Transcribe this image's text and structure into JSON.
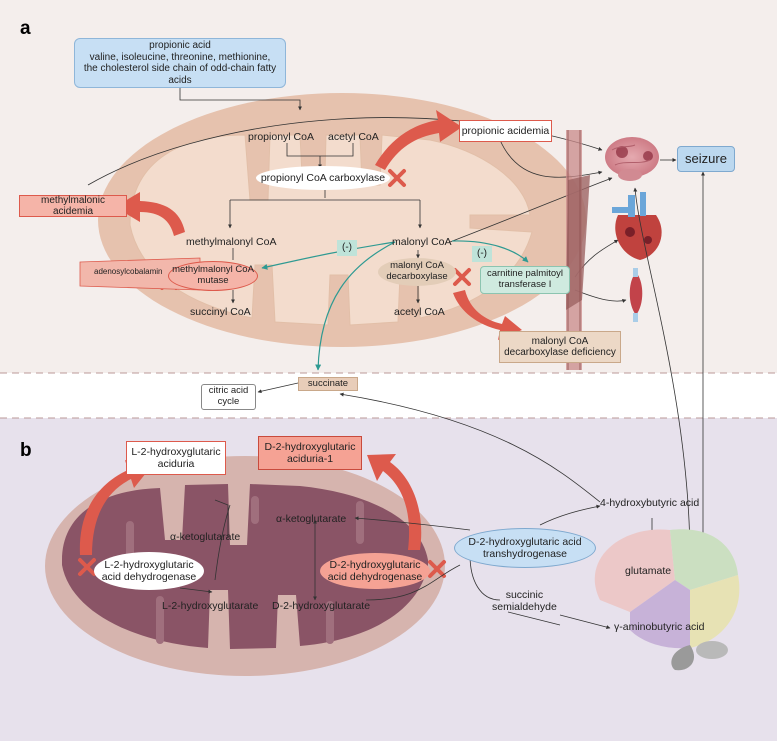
{
  "panel_labels": {
    "a": "a",
    "b": "b"
  },
  "panel_a": {
    "source": {
      "title": "propionic acid",
      "line1": "valine, isoleucine, threonine, methionine,",
      "line2": "the cholesterol side chain of odd-chain fatty acids"
    },
    "propionyl_coa": "propionyl CoA",
    "acetyl_coa_top": "acetyl CoA",
    "propionyl_coa_carboxylase": "propionyl CoA carboxylase",
    "methylmalonyl_coa": "methylmalonyl CoA",
    "methylmalonyl_coa_mutase": {
      "line1": "methylmalonyl CoA",
      "line2": "mutase"
    },
    "adenosylcobalamin": "adenosylcobalamin",
    "succinyl_coa": "succinyl CoA",
    "malonyl_coa": "malonyl CoA",
    "malonyl_coa_decarboxylase": {
      "line1": "malonyl CoA",
      "line2": "decarboxylase"
    },
    "acetyl_coa_bottom": "acetyl CoA",
    "inhibition_left": "(-)",
    "inhibition_right": "(-)",
    "cpt1": {
      "line1": "carnitine palmitoyl",
      "line2": "transferase I"
    },
    "propionic_acidemia": "propionic acidemia",
    "methylmalonic_acidemia": "methylmalonic acidemia",
    "mcd_deficiency": {
      "line1": "malonyl CoA",
      "line2": "decarboxylase deficiency"
    },
    "seizure": "seizure",
    "succinate": "succinate",
    "citric_acid_cycle": {
      "line1": "citric acid",
      "line2": "cycle"
    }
  },
  "panel_b": {
    "l2hga": {
      "line1": "L-2-hydroxyglutaric",
      "line2": "aciduria"
    },
    "d2hga": {
      "line1": "D-2-hydroxyglutaric",
      "line2": "aciduria-1"
    },
    "akg_left": "α-ketoglutarate",
    "akg_right": "α-ketoglutarate",
    "l2hg_dh": {
      "line1": "L-2-hydroxyglutaric",
      "line2": "acid dehydrogenase"
    },
    "d2hg_dh": {
      "line1": "D-2-hydroxyglutaric",
      "line2": "acid dehydrogenase"
    },
    "l2hg": "L-2-hydroxyglutarate",
    "d2hg": "D-2-hydroxyglutarate",
    "d2hg_transhydrogenase": {
      "line1": "D-2-hydroxyglutaric acid",
      "line2": "transhydrogenase"
    },
    "hydroxybutyric": "4-hydroxybutyric acid",
    "glutamate": "glutamate",
    "gaba": "γ-aminobutyric acid",
    "ssa": {
      "line1": "succinic",
      "line2": "semialdehyde"
    }
  },
  "colors": {
    "panel_a_bg": "#f4eeec",
    "panel_b_bg": "#e7e1ec",
    "mito_outer": "#e6c2ae",
    "mito_inner": "#f3dccd",
    "mito_b_outer": "#d6b4ae",
    "mito_b_inner": "#8a5466",
    "red_arrow": "#dd5a4c",
    "teal": "#2e9a92",
    "blue_box": "#c7dff4",
    "seizure_box": "#bcd8ef"
  },
  "icons": [
    "brain-icon",
    "heart-icon",
    "muscle-icon",
    "blood-vessel-icon",
    "brain-lobes-icon",
    "cross-mark-icon"
  ]
}
